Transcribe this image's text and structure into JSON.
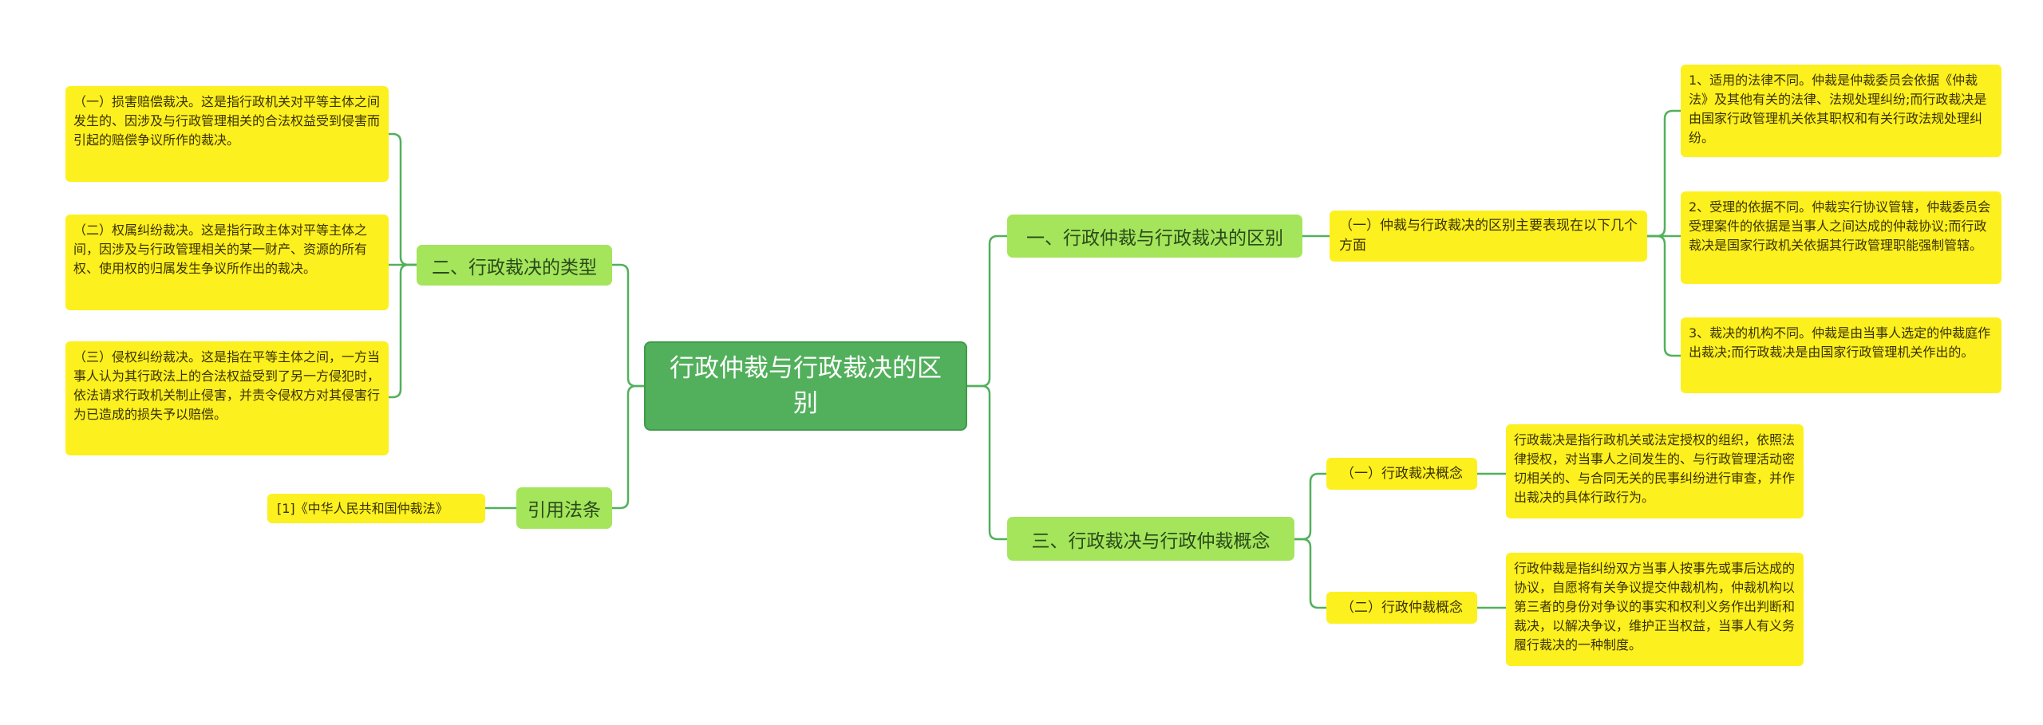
{
  "colors": {
    "root": "#52b05c",
    "branch": "#a4e55b",
    "leaf": "#fdf01f",
    "edge": "#52b05c"
  },
  "root": {
    "label": "行政仲裁与行政裁决的区别"
  },
  "left": {
    "types": {
      "label": "二、行政裁决的类型",
      "items": [
        "（一）损害赔偿裁决。这是指行政机关对平等主体之间发生的、因涉及与行政管理相关的合法权益受到侵害而引起的赔偿争议所作的裁决。",
        "（二）权属纠纷裁决。这是指行政主体对平等主体之间，因涉及与行政管理相关的某一财产、资源的所有权、使用权的归属发生争议所作出的裁决。",
        "（三）侵权纠纷裁决。这是指在平等主体之间，一方当事人认为其行政法上的合法权益受到了另一方侵犯时，依法请求行政机关制止侵害，并责令侵权方对其侵害行为已造成的损失予以赔偿。"
      ]
    },
    "citation": {
      "label": "引用法条",
      "items": [
        "[1]《中华人民共和国仲裁法》"
      ]
    }
  },
  "right": {
    "difference": {
      "label": "一、行政仲裁与行政裁决的区别",
      "sub": "（一）仲裁与行政裁决的区别主要表现在以下几个方面",
      "items": [
        "1、适用的法律不同。仲裁是仲裁委员会依据《仲裁法》及其他有关的法律、法规处理纠纷;而行政裁决是由国家行政管理机关依其职权和有关行政法规处理纠纷。",
        "2、受理的依据不同。仲裁实行协议管辖，仲裁委员会受理案件的依据是当事人之间达成的仲裁协议;而行政裁决是国家行政机关依据其行政管理职能强制管辖。",
        "3、裁决的机构不同。仲裁是由当事人选定的仲裁庭作出裁决;而行政裁决是由国家行政管理机关作出的。"
      ]
    },
    "concept": {
      "label": "三、行政裁决与行政仲裁概念",
      "subs": [
        {
          "label": "（一）行政裁决概念",
          "text": "行政裁决是指行政机关或法定授权的组织，依照法律授权，对当事人之间发生的、与行政管理活动密切相关的、与合同无关的民事纠纷进行审查，并作出裁决的具体行政行为。"
        },
        {
          "label": "（二）行政仲裁概念",
          "text": "行政仲裁是指纠纷双方当事人按事先或事后达成的协议，自愿将有关争议提交仲裁机构，仲裁机构以第三者的身份对争议的事实和权利义务作出判断和裁决，以解决争议，维护正当权益，当事人有义务履行裁决的一种制度。"
        }
      ]
    }
  }
}
